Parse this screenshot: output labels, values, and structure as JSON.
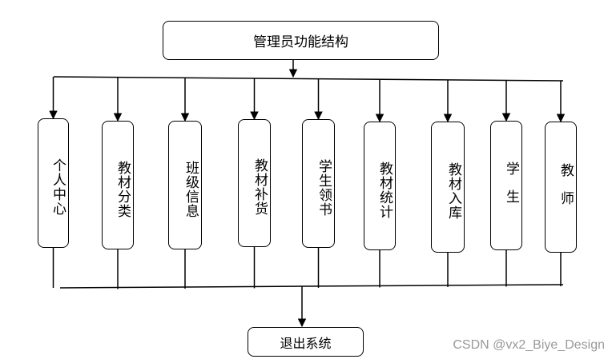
{
  "top_node": {
    "label": "管理员功能结构"
  },
  "modules": [
    {
      "label": "个人中心"
    },
    {
      "label": "教材分类"
    },
    {
      "label": "班级信息"
    },
    {
      "label": "教材补货"
    },
    {
      "label": "学生领书"
    },
    {
      "label": "教材统计"
    },
    {
      "label": "教材入库"
    },
    {
      "label": "学生"
    },
    {
      "label": "教师"
    }
  ],
  "bottom_node": {
    "label": "退出系统"
  },
  "watermark": "CSDN @vx2_Biye_Design",
  "colors": {
    "line": "#000000",
    "watermark": "#999999"
  }
}
